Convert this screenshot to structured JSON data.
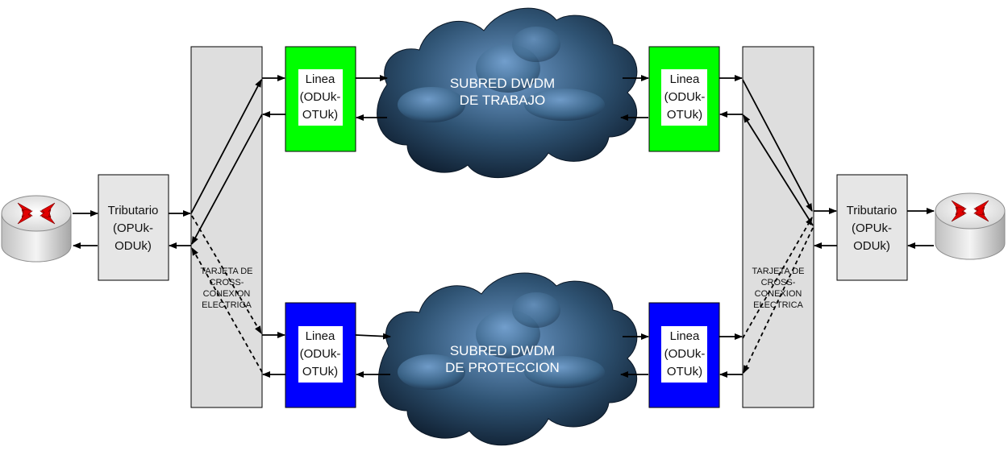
{
  "left": {
    "tributary": {
      "lines": [
        "Tributario",
        "(OPUk-",
        "ODUk)"
      ]
    },
    "cross_card": {
      "lines": [
        "TARJETA DE",
        "CROSS-",
        "CONEXION",
        "ELECTRICA"
      ]
    },
    "line_work": {
      "lines": [
        "Linea",
        "(ODUk-",
        "OTUk)"
      ]
    },
    "line_protect": {
      "lines": [
        "Linea",
        "(ODUk-",
        "OTUk)"
      ]
    }
  },
  "right": {
    "tributary": {
      "lines": [
        "Tributario",
        "(OPUk-",
        "ODUk)"
      ]
    },
    "cross_card": {
      "lines": [
        "TARJETA DE",
        "CROSS-",
        "CONEXION",
        "ELECTRICA"
      ]
    },
    "line_work": {
      "lines": [
        "Linea",
        "(ODUk-",
        "OTUk)"
      ]
    },
    "line_protect": {
      "lines": [
        "Linea",
        "(ODUk-",
        "OTUk)"
      ]
    }
  },
  "clouds": {
    "work": {
      "lines": [
        "SUBRED DWDM",
        "DE TRABAJO"
      ]
    },
    "protect": {
      "lines": [
        "SUBRED DWDM",
        "DE PROTECCION"
      ]
    }
  },
  "colors": {
    "working_line": "#00ff00",
    "protection_line": "#0000ff",
    "cross_card": "#dedede",
    "tributary": "#e6e6e6",
    "router_arrows": "#e10000"
  },
  "icons": [
    "router-icon",
    "cloud-icon"
  ]
}
